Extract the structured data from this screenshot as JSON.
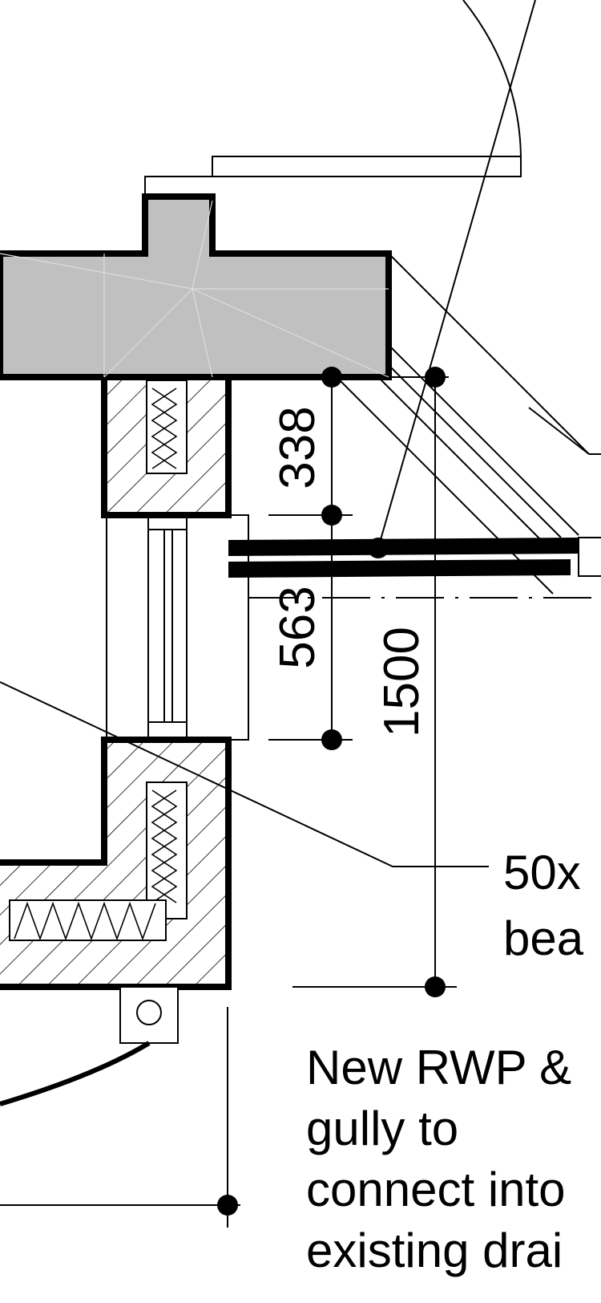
{
  "dimensions": {
    "d338": "338",
    "d563": "563",
    "d1500": "1500"
  },
  "notes": {
    "beam_line1": "50x",
    "beam_line2": "bea",
    "rwp_line1": "New RWP &",
    "rwp_line2": "gully to",
    "rwp_line3": "connect into",
    "rwp_line4": "existing drai"
  },
  "colors": {
    "concrete_fill": "#c0c0c0",
    "line": "#000000",
    "background": "#ffffff"
  }
}
